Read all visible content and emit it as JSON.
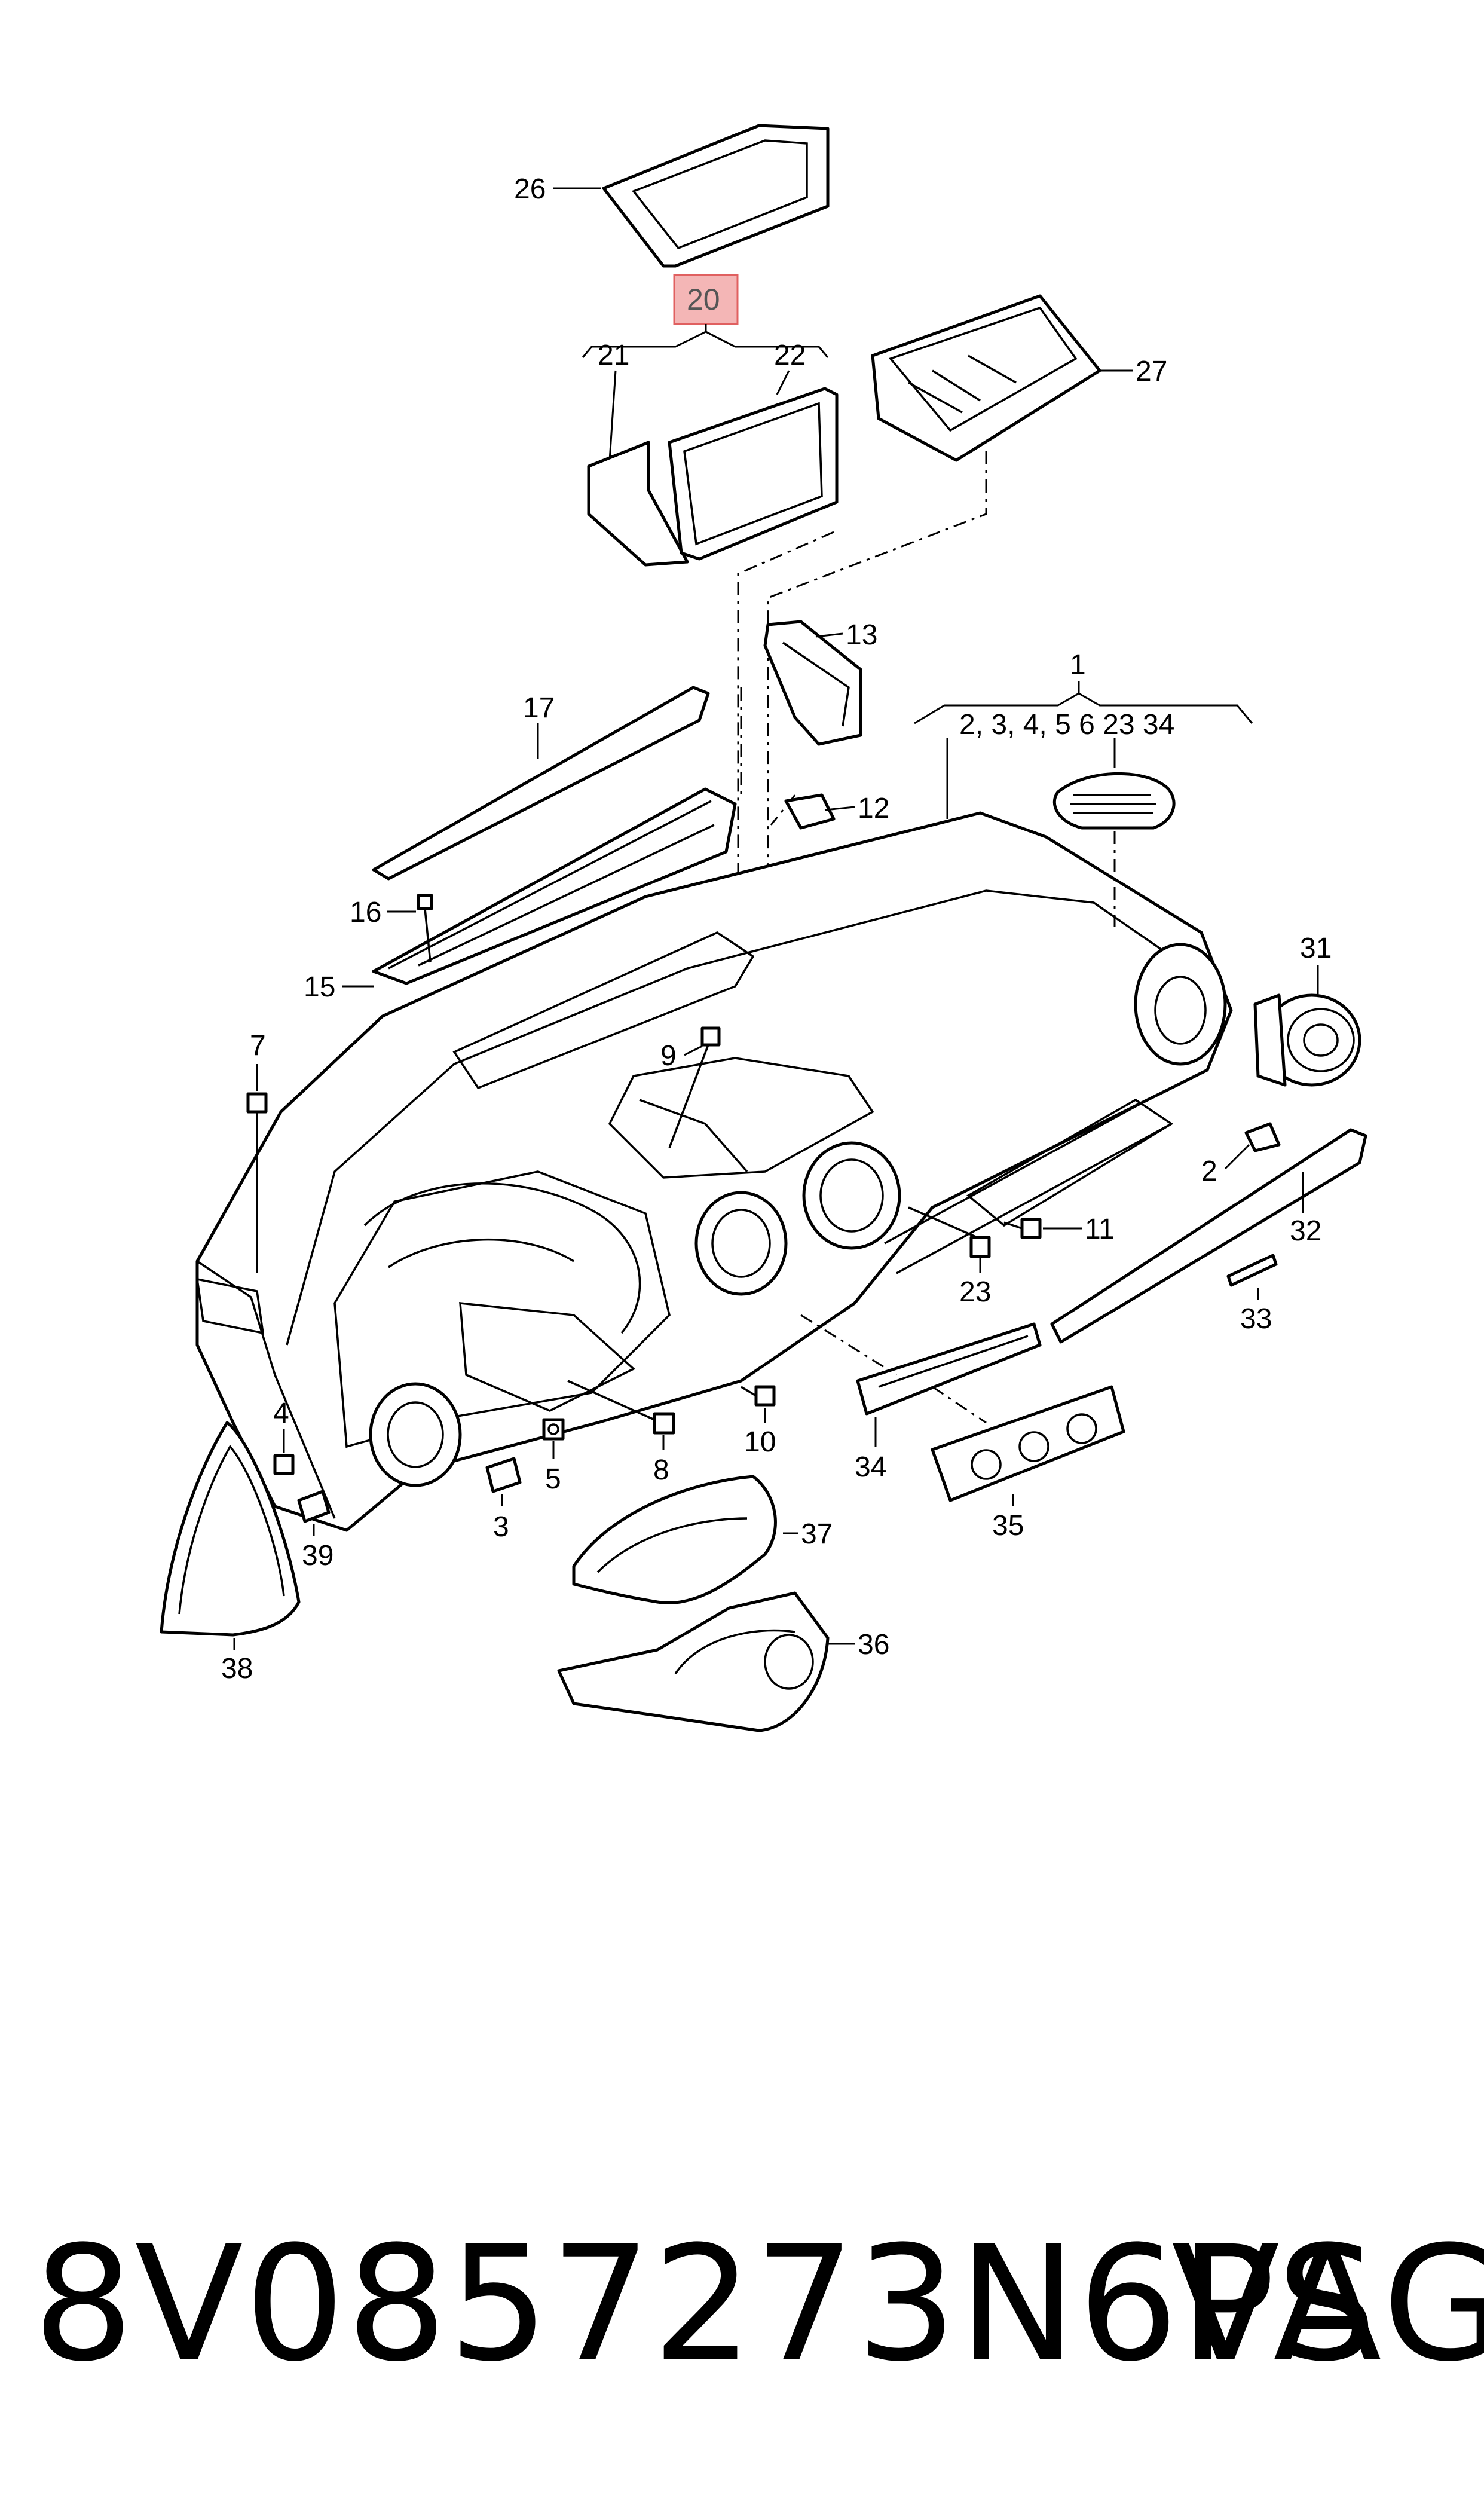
{
  "footer": {
    "part_number": "8V0857273N6PS",
    "brand": "VAG"
  },
  "callouts": {
    "c1": "1",
    "c1_sub": "2, 3, 4, 5  6  23  34",
    "c2": "2",
    "c2b": "2",
    "c3": "3",
    "c4": "4",
    "c5": "5",
    "c7": "7",
    "c8": "8",
    "c9": "9",
    "c10": "10",
    "c11": "11",
    "c12": "12",
    "c13": "13",
    "c15": "15",
    "c16": "16",
    "c17": "17",
    "c20": "20",
    "c21": "21",
    "c22": "22",
    "c23": "23",
    "c26": "26",
    "c27": "27",
    "c31": "31",
    "c32": "32",
    "c33": "33",
    "c34": "34",
    "c35": "35",
    "c36": "36",
    "c37": "37",
    "c38": "38",
    "c39": "39"
  },
  "highlight_color": "#f4b6b6",
  "highlight_border": "#e06060"
}
